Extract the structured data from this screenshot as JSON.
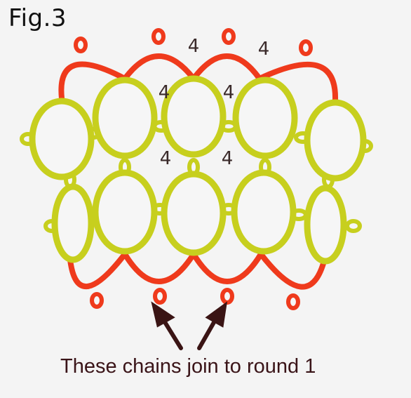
{
  "figure": {
    "title": "Fig.3",
    "caption": "These chains join to round 1",
    "colors": {
      "chain": "#ef3a1c",
      "ring": "#c7cf1e",
      "ring_fill": "#f6f6f6",
      "arrow": "#3a1414",
      "label": "#3a2a2a",
      "background": "#f4f4f4"
    },
    "stitch_labels": [
      "4",
      "4",
      "4",
      "4",
      "4",
      "4"
    ]
  }
}
